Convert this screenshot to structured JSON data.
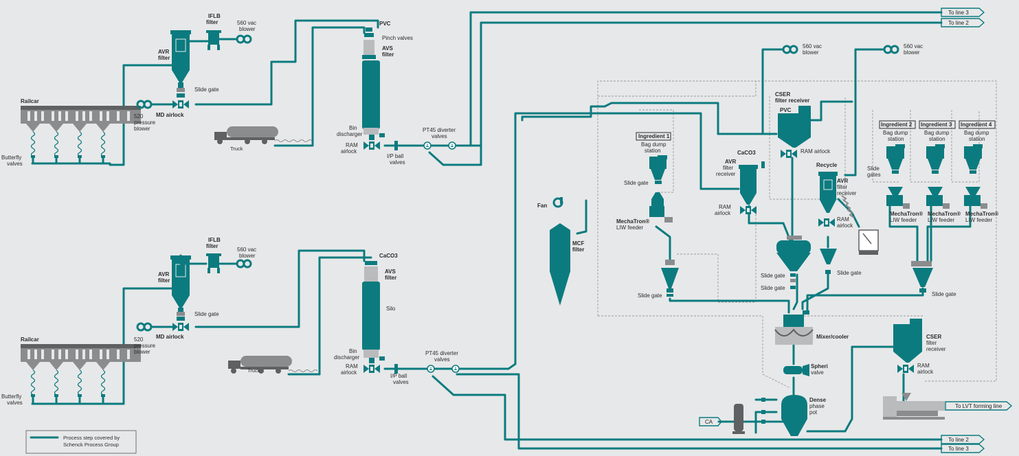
{
  "colors": {
    "process": "#0b7b7f",
    "equipment_gray": "#8a8c8e",
    "background": "#e7e8e9",
    "dashed_line": "#9a9a9a"
  },
  "top_line": {
    "railcar": "Railcar",
    "butterfly_1": "Butterfly",
    "butterfly_2": "valves",
    "pressure_blower_1": "520",
    "pressure_blower_2": "pressure",
    "pressure_blower_3": "blower",
    "avr_1": "AVR",
    "avr_2": "filter",
    "iflb_1": "IFLB",
    "iflb_2": "filter",
    "vac_1": "560 vac",
    "vac_2": "blower",
    "slide_gate": "Slide gate",
    "md_airlock": "MD airlock",
    "truck": "Truck",
    "material": "PVC",
    "pinch_valves": "Pinch valves",
    "avs_1": "AVS",
    "avs_2": "filter",
    "bin_1": "Bin",
    "bin_2": "discharger",
    "ram_1": "RAM",
    "ram_2": "airlock",
    "ip_1": "I/P ball",
    "ip_2": "valves",
    "pt45_1": "PT45 diverter",
    "pt45_2": "valves"
  },
  "bottom_line": {
    "railcar": "Railcar",
    "butterfly_1": "Butterfly",
    "butterfly_2": "valves",
    "pressure_blower_1": "520",
    "pressure_blower_2": "pressure",
    "pressure_blower_3": "blower",
    "avr_1": "AVR",
    "avr_2": "filter",
    "iflb_1": "IFLB",
    "iflb_2": "filter",
    "vac_1": "560 vac",
    "vac_2": "blower",
    "slide_gate": "Slide gate",
    "md_airlock": "MD airlock",
    "truck": "Truck",
    "material": "CaCO3",
    "avs_1": "AVS",
    "avs_2": "filter",
    "silo": "Silo",
    "bin_1": "Bin",
    "bin_2": "discharger",
    "ram_1": "RAM",
    "ram_2": "airlock",
    "ip_1": "I/P ball",
    "ip_2": "valves",
    "pt45_1": "PT45 diverter",
    "pt45_2": "valves"
  },
  "destinations": {
    "to_line3_top": "To line 3",
    "to_line2_top": "To line 2",
    "to_line2_bottom": "To line 2",
    "to_line3_bottom": "To line 3",
    "to_lvt": "To LVT forming line",
    "ca": "CA"
  },
  "mixing_area": {
    "vac_blower_a_1": "560 vac",
    "vac_blower_a_2": "blower",
    "vac_blower_b_1": "560 vac",
    "vac_blower_b_2": "blower",
    "cser_top_1": "CSER",
    "cser_top_2": "filter receiver",
    "pvc": "PVC",
    "ram_airlock_top": "RAM airlock",
    "caco3": "CaCO3",
    "avr_caco3_1": "AVR",
    "avr_caco3_2": "filter",
    "avr_caco3_3": "receiver",
    "ram_caco3_1": "RAM",
    "ram_caco3_2": "airlock",
    "recycle": "Recycle",
    "avr_recycle_1": "AVR",
    "avr_recycle_2": "filter",
    "avr_recycle_3": "receiver",
    "ram_recycle_1": "RAM",
    "ram_recycle_2": "airlock",
    "ingredient1": "Ingredient 1",
    "bag_dump_1": "Bag dump",
    "bag_dump_2": "station",
    "slide_gate_ing1": "Slide gate",
    "mechatron_1": "MechaTron®",
    "mechatron_2": "LIW feeder",
    "fan": "Fan",
    "mcf_1": "MCF",
    "mcf_2": "filter",
    "slide_gate_left": "Slide gate",
    "slide_gate_hopper_a": "Slide gate",
    "slide_gate_hopper_b": "Slide gate",
    "slide_gate_recycle": "Slide gate",
    "slide_gate_right": "Slide gate",
    "ingredient2": "Ingredient 2",
    "ingredient3": "Ingredient 3",
    "ingredient4": "Ingredient 4",
    "slide_gates_1": "Slide",
    "slide_gates_2": "gates",
    "mixer": "Mixer/cooler",
    "spheri_1": "Spheri",
    "spheri_2": "valve",
    "dense_1": "Dense",
    "dense_2": "phase",
    "dense_3": "pot",
    "cser_bottom_1": "CSER",
    "cser_bottom_2": "filter",
    "cser_bottom_3": "receiver",
    "ram_bottom_1": "RAM",
    "ram_bottom_2": "airlock"
  },
  "legend": {
    "line1": "Process step covered by",
    "line2": "Schenck Process Group"
  }
}
